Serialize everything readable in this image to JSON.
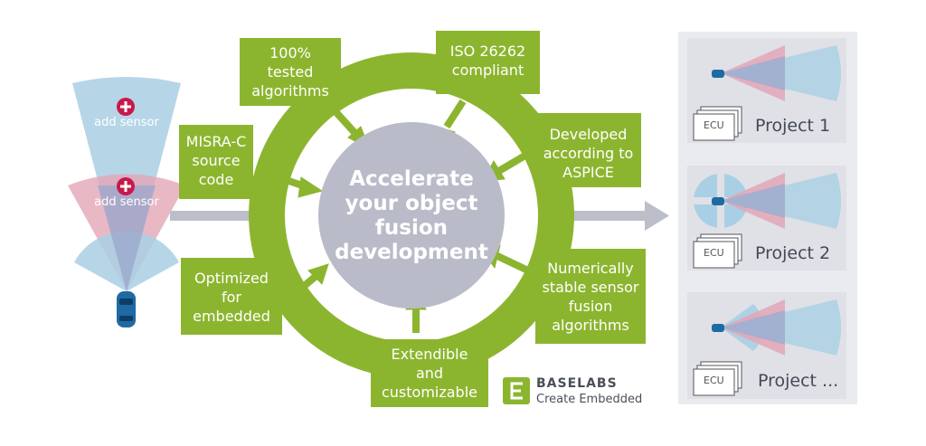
{
  "colors": {
    "green": "#8cb52f",
    "gray_circle": "#b9bcc8",
    "panel_bg": "#dfe1e7",
    "arrow_gray": "#bcbfca",
    "sensor_blue": "#a9cfe4",
    "sensor_red": "#e3a6b7",
    "plus_red": "#c8194b"
  },
  "center": {
    "text": "Accelerate\nyour object\nfusion\ndevelopment"
  },
  "features": [
    {
      "id": "tested",
      "text": "100%\ntested\nalgorithms"
    },
    {
      "id": "iso",
      "text": "ISO 26262\ncompliant"
    },
    {
      "id": "misra",
      "text": "MISRA-C\nsource\ncode"
    },
    {
      "id": "aspice",
      "text": "Developed\naccording to\nASPICE"
    },
    {
      "id": "optimized",
      "text": "Optimized\nfor\nembedded"
    },
    {
      "id": "numerically",
      "text": "Numerically\nstable sensor\nfusion\nalgorithms"
    },
    {
      "id": "extendible",
      "text": "Extendible\nand\ncustomizable"
    }
  ],
  "sensors": [
    {
      "label": "add sensor"
    },
    {
      "label": "add sensor"
    }
  ],
  "projects": [
    {
      "name": "Project 1",
      "ecu": "ECU"
    },
    {
      "name": "Project 2",
      "ecu": "ECU"
    },
    {
      "name": "Project ...",
      "ecu": "ECU"
    }
  ],
  "brand": {
    "name": "BASELABS",
    "product": "Create Embedded"
  }
}
